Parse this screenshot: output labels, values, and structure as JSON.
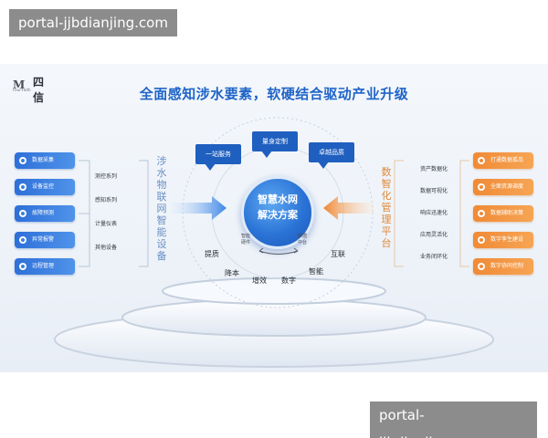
{
  "watermark": {
    "top": "portal-jjbdianjing.com",
    "bottom": "portal-jjbdianjing.com"
  },
  "logo": {
    "mark": "M",
    "name": "四信",
    "sub": "Four-Faith"
  },
  "headline": "全面感知涉水要素，软硬结合驱动产业升级",
  "left_items": [
    "数据采集",
    "设备监控",
    "故障预测",
    "异常报警",
    "远程管理"
  ],
  "left_systems": [
    "测控系列",
    "感知系列",
    "计量仪表",
    "其他设备"
  ],
  "left_vertical": "涉水物联网智能设备",
  "right_items": [
    "打通数据孤岛",
    "全面资源调度",
    "数据辅助决策",
    "数字孪生建设",
    "数字协同控制"
  ],
  "right_capabilities": [
    "资产数据化",
    "数据可视化",
    "响应迅速化",
    "应用灵活化",
    "业务闭环化"
  ],
  "right_vertical": "数智化管理平台",
  "flags": [
    "一站服务",
    "量身定制",
    "卓越品质"
  ],
  "center": {
    "line1": "智慧水网",
    "line2": "解决方案"
  },
  "inner": {
    "hardware": "智能\n硬件",
    "data_platform": "数据\n中台"
  },
  "ring_words": [
    "提质",
    "降本",
    "增效",
    "数字",
    "智能",
    "互联"
  ],
  "colors": {
    "accent_blue": "#1f64c8",
    "accent_orange": "#f08a36"
  }
}
